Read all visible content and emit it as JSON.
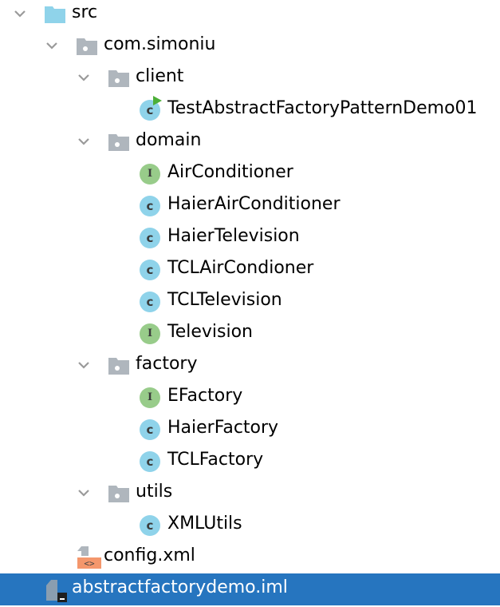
{
  "tree": [
    {
      "label": "src",
      "level": 0,
      "type": "source-folder",
      "expanded": true
    },
    {
      "label": "com.simoniu",
      "level": 1,
      "type": "package",
      "expanded": true
    },
    {
      "label": "client",
      "level": 2,
      "type": "package",
      "expanded": true
    },
    {
      "label": "TestAbstractFactoryPatternDemo01",
      "level": 3,
      "type": "class-runnable"
    },
    {
      "label": "domain",
      "level": 2,
      "type": "package",
      "expanded": true
    },
    {
      "label": "AirConditioner",
      "level": 3,
      "type": "interface"
    },
    {
      "label": "HaierAirConditioner",
      "level": 3,
      "type": "class"
    },
    {
      "label": "HaierTelevision",
      "level": 3,
      "type": "class"
    },
    {
      "label": "TCLAirCondioner",
      "level": 3,
      "type": "class"
    },
    {
      "label": "TCLTelevision",
      "level": 3,
      "type": "class"
    },
    {
      "label": "Television",
      "level": 3,
      "type": "interface"
    },
    {
      "label": "factory",
      "level": 2,
      "type": "package",
      "expanded": true
    },
    {
      "label": "EFactory",
      "level": 3,
      "type": "interface"
    },
    {
      "label": "HaierFactory",
      "level": 3,
      "type": "class"
    },
    {
      "label": "TCLFactory",
      "level": 3,
      "type": "class"
    },
    {
      "label": "utils",
      "level": 2,
      "type": "package",
      "expanded": true
    },
    {
      "label": "XMLUtils",
      "level": 3,
      "type": "class"
    },
    {
      "label": "config.xml",
      "level": 1,
      "type": "xml-file"
    },
    {
      "label": "abstractfactorydemo.iml",
      "level": 0,
      "type": "iml-file",
      "selected": true
    }
  ],
  "glyphs": {
    "class": "c",
    "interface": "I",
    "xml": "<>"
  },
  "colors": {
    "selection": "#2675bf",
    "class": "#8fd3ea",
    "interface": "#98cc8a",
    "source_folder": "#8fd3ea",
    "package": "#afb6bd",
    "xml": "#f4976c"
  }
}
